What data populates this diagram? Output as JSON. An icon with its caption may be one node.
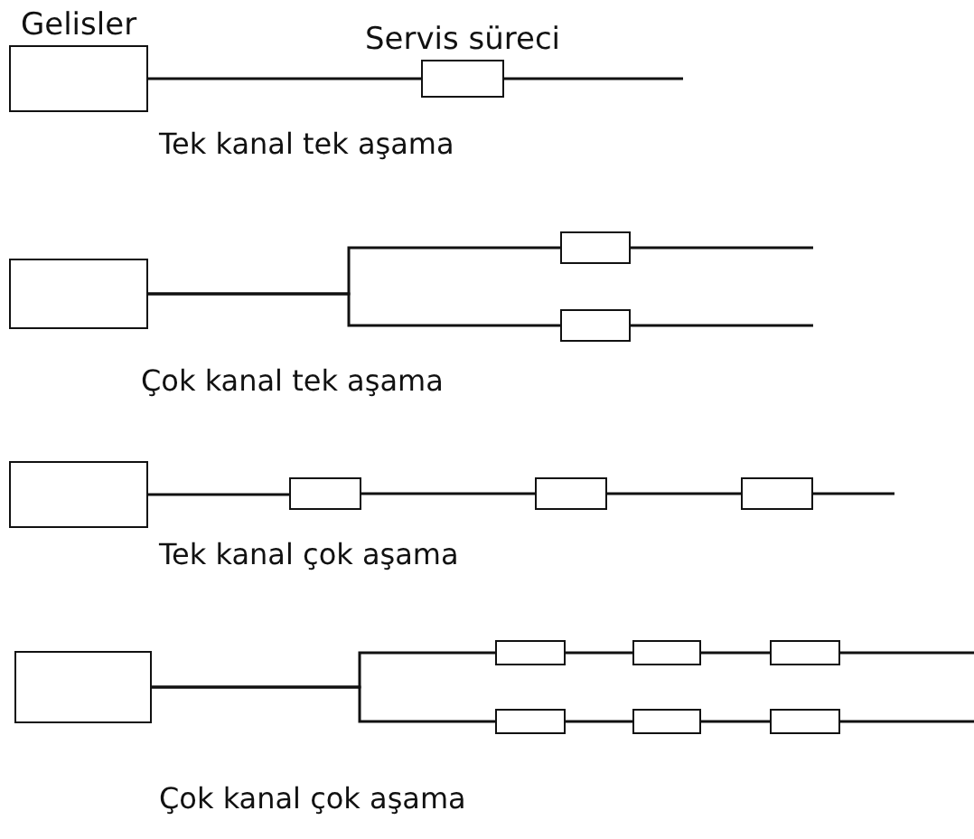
{
  "diagram": {
    "nodes": [
      {
        "text": [
          "Gelisler"
        ]
      },
      {
        "text": [
          "Servis süreci"
        ]
      },
      {
        "text": [],
        "shape": "box"
      },
      {
        "text": [],
        "shape": "box"
      },
      {
        "text": [],
        "shape": "box"
      },
      {
        "text": [],
        "shape": "box"
      },
      {
        "text": [],
        "shape": "box"
      },
      {
        "text": [],
        "shape": "box"
      },
      {
        "text": [],
        "shape": "box"
      },
      {
        "text": [],
        "shape": "box"
      },
      {
        "text": [],
        "shape": "box"
      },
      {
        "text": [],
        "shape": "box"
      },
      {
        "text": [],
        "shape": "box"
      },
      {
        "text": [],
        "shape": "box"
      },
      {
        "text": [],
        "shape": "box"
      },
      {
        "text": [],
        "shape": "box"
      }
    ],
    "edges": [
      {
        "from": 0,
        "to": 1,
        "arrow": "none"
      },
      {
        "from": 1,
        "to": null,
        "arrow": "none"
      },
      {
        "from": 2,
        "to": 3,
        "arrow": "none"
      },
      {
        "from": 2,
        "to": 4,
        "arrow": "none"
      },
      {
        "from": 3,
        "to": null,
        "arrow": "none"
      },
      {
        "from": 4,
        "to": null,
        "arrow": "none"
      },
      {
        "from": 5,
        "to": 6,
        "arrow": "none"
      },
      {
        "from": 6,
        "to": 7,
        "arrow": "none"
      },
      {
        "from": 7,
        "to": 8,
        "arrow": "none"
      },
      {
        "from": 8,
        "to": null,
        "arrow": "none"
      },
      {
        "from": 9,
        "to": 10,
        "arrow": "none"
      },
      {
        "from": 9,
        "to": 13,
        "arrow": "none"
      },
      {
        "from": 10,
        "to": 11,
        "arrow": "none"
      },
      {
        "from": 11,
        "to": 12,
        "arrow": "none"
      },
      {
        "from": 12,
        "to": null,
        "arrow": "none"
      },
      {
        "from": 13,
        "to": 14,
        "arrow": "none"
      },
      {
        "from": 14,
        "to": 15,
        "arrow": "none"
      },
      {
        "from": 15,
        "to": null,
        "arrow": "none"
      }
    ],
    "labels": [
      "Tek kanal tek aşama",
      "Çok kanal tek aşama",
      "Tek kanal çok aşama",
      "Çok kanal çok aşama"
    ]
  }
}
